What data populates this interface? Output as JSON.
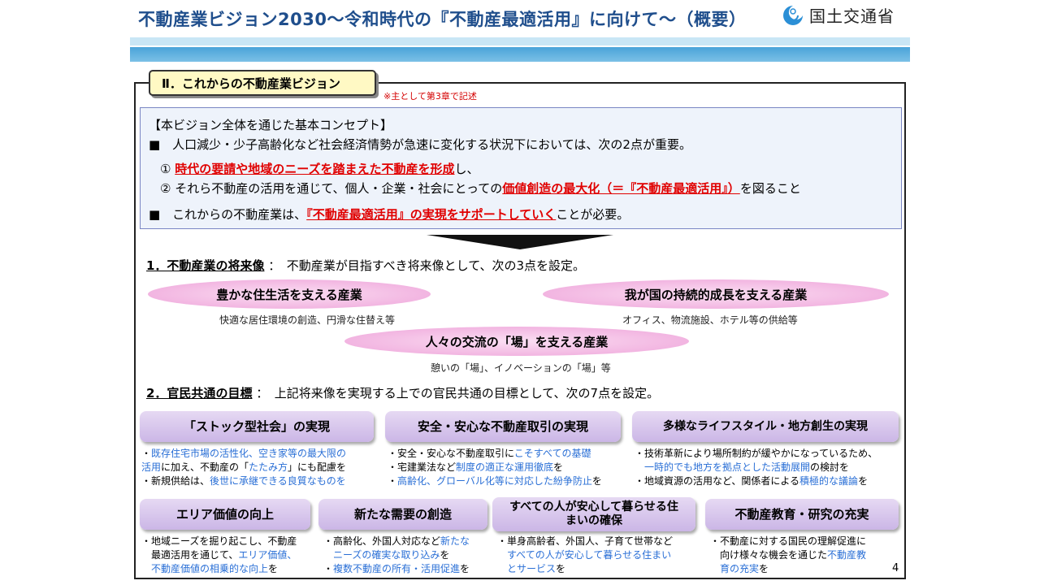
{
  "header": {
    "title": "不動産業ビジョン2030〜令和時代の『不動産最適活用』に向けて〜（概要）",
    "ministry": "国土交通省",
    "logo_icon": "mlit-logo-icon"
  },
  "section": {
    "title": "Ⅱ．これからの不動産業ビジョン",
    "note": "※主として第3章で記述"
  },
  "concept": {
    "heading": "【本ビジョン全体を通じた基本コンセプト】",
    "line1": "■　人口減少・少子高齢化など社会経済情勢が急速に変化する状況下においては、次の2点が重要。",
    "item1_num": "①",
    "item1_red": "時代の要請や地域のニーズを踏まえた不動産を形成",
    "item1_rest": "し、",
    "item2_num": "②",
    "item2_pre": "それら不動産の活用を通じて、個人・企業・社会にとっての",
    "item2_red": "価値創造の最大化（＝『不動産最適活用』）",
    "item2_post": "を図ること",
    "line4_pre": "■　これからの不動産業は、",
    "line4_red": "『不動産最適活用』の実現をサポートしていく",
    "line4_post": "ことが必要。"
  },
  "future": {
    "heading": "1．不動産業の将来像",
    "desc": "：　不動産業が目指すべき将来像として、次の3点を設定。",
    "items": [
      {
        "label": "豊かな住生活を支える産業",
        "sub": "快適な居住環境の創造、円滑な住替え等"
      },
      {
        "label": "我が国の持続的成長を支える産業",
        "sub": "オフィス、物流施設、ホテル等の供給等"
      },
      {
        "label": "人々の交流の「場」を支える産業",
        "sub": "憩いの「場」、イノベーションの「場」等"
      }
    ]
  },
  "goals": {
    "heading": "2．官民共通の目標",
    "desc": "：　上記将来像を実現する上での官民共通の目標として、次の7点を設定。",
    "items": [
      {
        "label": "「ストック型社会」の実現",
        "lines": [
          [
            {
              "t": "・"
            },
            {
              "t": "既存住宅市場の活性化、空き家等の最大限の",
              "b": 1
            }
          ],
          [
            {
              "t": "活用",
              "b": 1
            },
            {
              "t": "に加え、不動産の「"
            },
            {
              "t": "たたみ方",
              "b": 1
            },
            {
              "t": "」にも配慮を"
            }
          ],
          [
            {
              "t": "・新規供給は、"
            },
            {
              "t": "後世に承継できる良質なものを",
              "b": 1
            }
          ]
        ]
      },
      {
        "label": "安全・安心な不動産取引の実現",
        "lines": [
          [
            {
              "t": "・安全・安心な不動産取引に"
            },
            {
              "t": "こそすべての基礎",
              "b": 1
            }
          ],
          [
            {
              "t": "・宅建業法など"
            },
            {
              "t": "制度の適正な運用徹底",
              "b": 1
            },
            {
              "t": "を"
            }
          ],
          [
            {
              "t": "・"
            },
            {
              "t": "高齢化、グローバル化等に対応した紛争防止",
              "b": 1
            },
            {
              "t": "を"
            }
          ]
        ]
      },
      {
        "label": "多様なライフスタイル・地方創生の実現",
        "lines": [
          [
            {
              "t": "・技術革新により場所制約が緩やかになっているため、"
            }
          ],
          [
            {
              "t": "　"
            },
            {
              "t": "一時的でも地方を拠点とした活動展開",
              "b": 1
            },
            {
              "t": "の検討を"
            }
          ],
          [
            {
              "t": "・地域資源の活用など、関係者による"
            },
            {
              "t": "積極的な議論",
              "b": 1
            },
            {
              "t": "を"
            }
          ]
        ]
      },
      {
        "label": "エリア価値の向上",
        "lines": [
          [
            {
              "t": "・地域ニーズを掘り起こし、不動産"
            }
          ],
          [
            {
              "t": "　最適活用を通じて、"
            },
            {
              "t": "エリア価値、",
              "b": 1
            }
          ],
          [
            {
              "t": "　"
            },
            {
              "t": "不動産価値の相乗的な向上",
              "b": 1
            },
            {
              "t": "を"
            }
          ]
        ]
      },
      {
        "label": "新たな需要の創造",
        "lines": [
          [
            {
              "t": "・高齢化、外国人対応など"
            },
            {
              "t": "新たな",
              "b": 1
            }
          ],
          [
            {
              "t": "　"
            },
            {
              "t": "ニーズの確実な取り込み",
              "b": 1
            },
            {
              "t": "を"
            }
          ],
          [
            {
              "t": "・"
            },
            {
              "t": "複数不動産の所有・活用促進",
              "b": 1
            },
            {
              "t": "を"
            }
          ]
        ]
      },
      {
        "label": "すべての人が安心して暮らせる住まいの確保",
        "lines": [
          [
            {
              "t": "・単身高齢者、外国人、子育て世帯など"
            }
          ],
          [
            {
              "t": "　"
            },
            {
              "t": "すべての人が安心して暮らせる住まい",
              "b": 1
            }
          ],
          [
            {
              "t": "　"
            },
            {
              "t": "とサービス",
              "b": 1
            },
            {
              "t": "を"
            }
          ]
        ]
      },
      {
        "label": "不動産教育・研究の充実",
        "lines": [
          [
            {
              "t": "・不動産に対する国民の理解促進に"
            }
          ],
          [
            {
              "t": "　向け様々な機会を通じた"
            },
            {
              "t": "不動産教",
              "b": 1
            }
          ],
          [
            {
              "t": "　"
            },
            {
              "t": "育の充実",
              "b": 1
            },
            {
              "t": "を"
            }
          ]
        ]
      }
    ]
  },
  "page_number": "4",
  "colors": {
    "title_blue": "#1f4e8c",
    "emphasis_red": "#e00000",
    "emphasis_blue": "#2a6fd6",
    "goal_purple": "#cbb6e6",
    "ellipse_pink": "#f2b5e1",
    "tab_yellow": "#fff9c4"
  }
}
